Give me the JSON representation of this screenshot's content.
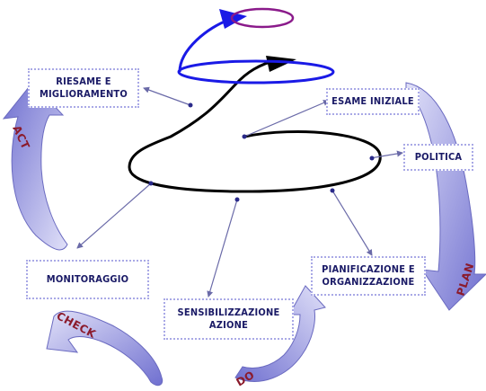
{
  "boxes": {
    "riesame": {
      "line1": "RIESAME E",
      "line2": "MIGLIORAMENTO"
    },
    "esame_iniziale": {
      "label": "ESAME INIZIALE"
    },
    "politica": {
      "label": "POLITICA"
    },
    "monitoraggio": {
      "label": "MONITORAGGIO"
    },
    "pianificazione": {
      "line1": "PIANIFICAZIONE E",
      "line2": "ORGANIZZAZIONE"
    },
    "sensibilizzazione": {
      "line1": "SENSIBILIZZAZIONE",
      "line2": "AZIONE"
    }
  },
  "phases": {
    "act": "ACT",
    "plan": "PLAN",
    "check": "CHECK",
    "do": "DO"
  },
  "colors": {
    "spiral_black": "#000000",
    "spiral_blue": "#1a1ae6",
    "spiral_purple": "#8a1a8a",
    "box_border": "#a9a9e6",
    "box_text": "#1a1a66",
    "connector": "#6a6aa8",
    "arrow_fill_light": "#e0e0f8",
    "arrow_fill_dark": "#7070d0",
    "phase_text": "#8b1a2b"
  }
}
